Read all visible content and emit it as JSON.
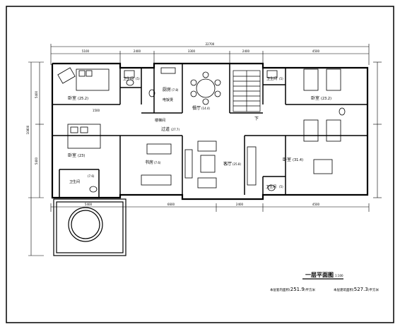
{
  "drawing": {
    "title": "一层平面图",
    "scale": "1:100",
    "area_note_left": {
      "prefix": "本层套内面积(",
      "value": "251.9",
      "suffix": ")平方米"
    },
    "area_note_right": {
      "prefix": "本层建筑面积(",
      "value": "527.3",
      "suffix": ")平方米"
    }
  },
  "dimensions": {
    "overall_width": "22700",
    "top_segments": [
      "5100",
      "2400",
      "3300",
      "2400",
      "4500"
    ],
    "bottom_segments": [
      "5400",
      "6600",
      "2400",
      "4500"
    ],
    "left_segments": [
      "5400",
      "5400"
    ],
    "overall_depth": "10800",
    "inner_1500": "1500"
  },
  "rooms": {
    "bedroom_1": {
      "name": "卧室",
      "area": "(25.2)"
    },
    "bath_1": {
      "name": "卫生间",
      "area": "(5)"
    },
    "kitchen": {
      "name": "厨房",
      "area": "(7.8)"
    },
    "drinks_bar": {
      "name": "电饭煲"
    },
    "dining": {
      "name": "餐厅",
      "area": "(14.4)"
    },
    "bath_2": {
      "name": "卫生间",
      "area": "(5)"
    },
    "bedroom_2": {
      "name": "卧室",
      "area": "(23.2)"
    },
    "stair": {
      "name": "楼梯间"
    },
    "corridor": {
      "name": "过道",
      "area": "(27.7)"
    },
    "down": {
      "name": "下"
    },
    "bedroom_3": {
      "name": "卧室",
      "area": "(23)"
    },
    "study": {
      "name": "书房",
      "area": "(7.6)"
    },
    "living": {
      "name": "客厅",
      "area": "(25.8)"
    },
    "bedroom_4": {
      "name": "卧室",
      "area": "(31.4)"
    },
    "bath_3": {
      "name": "卫生间",
      "area": "(7.6)"
    },
    "bath_4": {
      "name": "卫生间",
      "area": "(5)"
    }
  }
}
